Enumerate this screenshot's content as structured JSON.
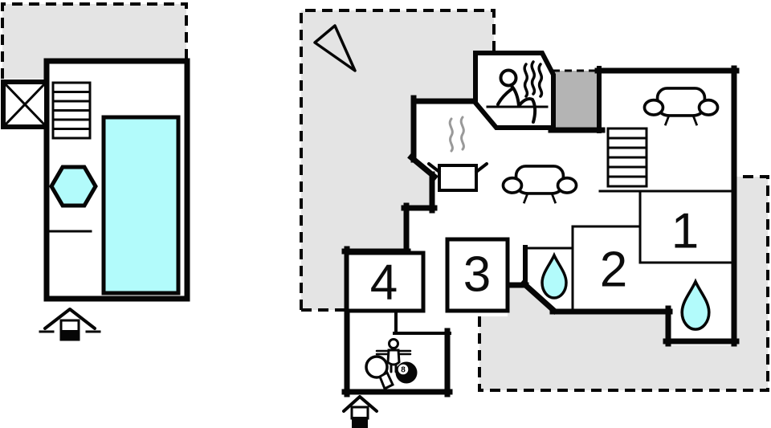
{
  "colors": {
    "background": "#ffffff",
    "wall": "#060606",
    "terrace": "#e4e4e4",
    "chimney": "#b4b4b4",
    "water": "#b2fbfb",
    "steam": "#999999"
  },
  "pool_house": {
    "features": [
      "terrace",
      "window",
      "stairs",
      "swimming-pool",
      "hot-tub",
      "entrance"
    ]
  },
  "main_house": {
    "rooms": [
      {
        "name": "bedroom-1",
        "label": "1"
      },
      {
        "name": "bedroom-2",
        "label": "2"
      },
      {
        "name": "bedroom-3",
        "label": "3"
      },
      {
        "name": "bedroom-4",
        "label": "4"
      }
    ],
    "features": [
      "terrace",
      "north-arrow",
      "sauna",
      "kitchen",
      "living-room",
      "lounge",
      "stairs",
      "chimney",
      "shower-room",
      "bathroom",
      "game-room",
      "entrance"
    ],
    "game_room": {
      "billiard_ball_label": "8"
    }
  }
}
